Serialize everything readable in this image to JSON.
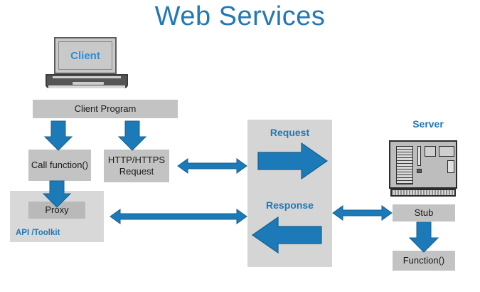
{
  "diagram": {
    "title": "Web Services",
    "title_color": "#2278b6",
    "accent_color": "#1c7ab8",
    "box_color": "#c3c3c3",
    "panel_color": "#d5d5d5",
    "background": "#ffffff"
  },
  "client_side": {
    "device_label": "Client",
    "device_icon": "laptop-icon",
    "program_box": "Client Program",
    "call_box": "Call function()",
    "http_box": "HTTP/HTTPS Request",
    "container_label": "API /Toolkit",
    "proxy_box": "Proxy"
  },
  "middle": {
    "request_label": "Request",
    "response_label": "Response",
    "request_arrow": "arrow-right-icon",
    "response_arrow": "arrow-left-icon"
  },
  "server_side": {
    "server_label": "Server",
    "server_icon": "server-tower-icon",
    "stub_box": "Stub",
    "function_box": "Function()"
  },
  "connectors": [
    {
      "name": "client-program-to-call-function",
      "icon": "arrow-down-icon"
    },
    {
      "name": "client-program-to-http-request",
      "icon": "arrow-down-icon"
    },
    {
      "name": "call-function-to-proxy",
      "icon": "arrow-down-icon"
    },
    {
      "name": "http-request-to-request-panel",
      "icon": "arrow-both-icon"
    },
    {
      "name": "proxy-to-response-panel",
      "icon": "arrow-both-icon"
    },
    {
      "name": "response-panel-to-stub",
      "icon": "arrow-both-icon"
    },
    {
      "name": "stub-to-function",
      "icon": "arrow-down-icon"
    }
  ]
}
